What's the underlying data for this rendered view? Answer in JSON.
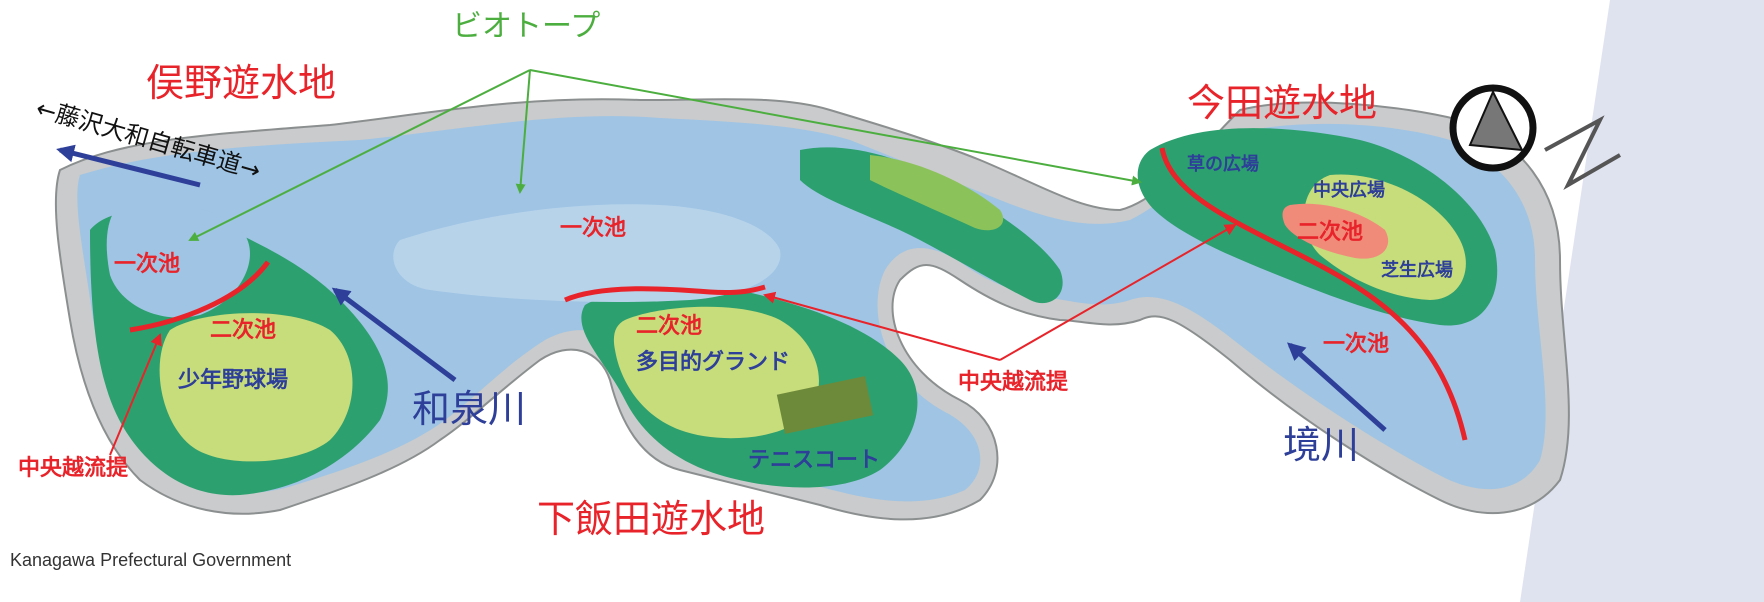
{
  "labels": {
    "biotope": "ビオトープ",
    "matano": "俣野遊水地",
    "imada": "今田遊水地",
    "shimoiida": "下飯田遊水地",
    "cycle_road": "←藤沢大和自転車道→",
    "primary_pond_1": "一次池",
    "primary_pond_2": "一次池",
    "primary_pond_3": "一次池",
    "secondary_pond_1": "二次池",
    "secondary_pond_2": "二次池",
    "secondary_pond_3": "二次池",
    "baseball": "少年野球場",
    "multipurpose": "多目的グランド",
    "tennis": "テニスコート",
    "izumi_river": "和泉川",
    "sakai_river": "境川",
    "overflow_levee_1": "中央越流提",
    "overflow_levee_2": "中央越流提",
    "grass_square": "草の広場",
    "central_square": "中央広場",
    "lawn_square": "芝生広場",
    "credit": "Kanagawa Prefectural Government"
  },
  "colors": {
    "river": "#9fc4e4",
    "park": "#2ca06e",
    "field": "#c7dc7a",
    "label_red": "#e8232a",
    "label_blue": "#2e3f9a",
    "label_green": "#4cae3f"
  },
  "icons": {
    "compass": "north-arrow-icon"
  }
}
